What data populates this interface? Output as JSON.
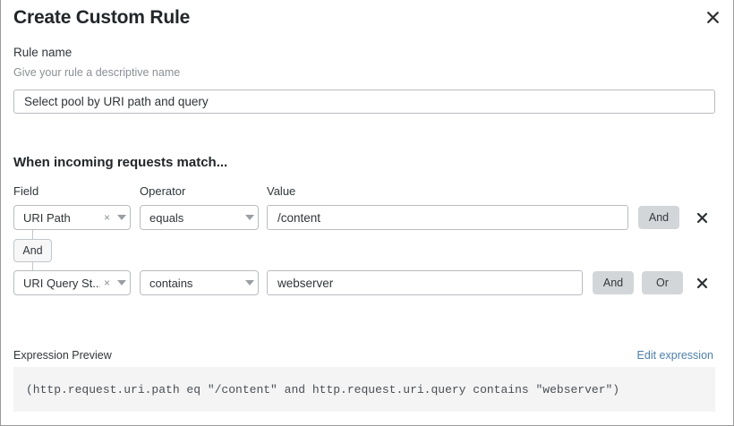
{
  "dialog": {
    "title": "Create Custom Rule",
    "close_icon": "close-icon"
  },
  "rule_name": {
    "label": "Rule name",
    "hint": "Give your rule a descriptive name",
    "value": "Select pool by URI path and query",
    "placeholder": ""
  },
  "match_section": {
    "heading": "When incoming requests match...",
    "columns": {
      "field": "Field",
      "operator": "Operator",
      "value": "Value"
    },
    "conditions": [
      {
        "field": "URI Path",
        "clear_icon": "×",
        "dropdown_icon": "chevron-down-icon",
        "operator": "equals",
        "value": "/content",
        "value_placeholder": "",
        "buttons": [
          "And"
        ],
        "remove_icon": "close-icon"
      },
      {
        "field": "URI Query St...",
        "clear_icon": "×",
        "dropdown_icon": "chevron-down-icon",
        "operator": "contains",
        "value": "webserver",
        "value_placeholder": "",
        "buttons": [
          "And",
          "Or"
        ],
        "remove_icon": "close-icon"
      }
    ],
    "connector": {
      "label": "And"
    }
  },
  "expression_preview": {
    "label": "Expression Preview",
    "edit_link": "Edit expression",
    "expression": "(http.request.uri.path eq \"/content\" and http.request.uri.query contains \"webserver\")"
  },
  "colors": {
    "link": "#4d7fa8",
    "pill_bg": "#d3d6d9",
    "preview_bg": "#f4f4f5",
    "border": "#b9bcc0"
  }
}
